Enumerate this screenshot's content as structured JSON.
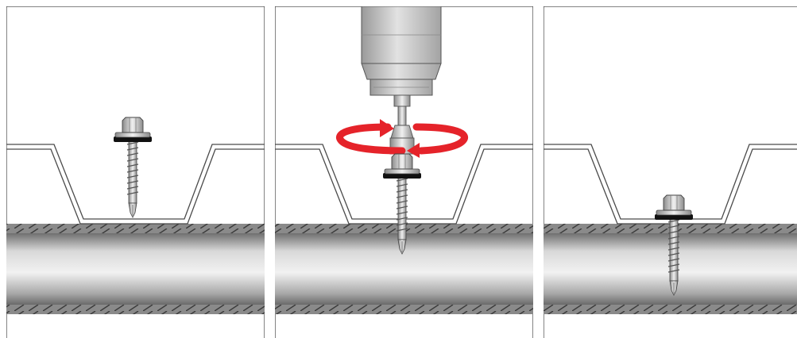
{
  "diagram": {
    "panels": [
      {
        "id": "panel-1",
        "stage": "screw-positioned"
      },
      {
        "id": "panel-2",
        "stage": "screw-being-driven"
      },
      {
        "id": "panel-3",
        "stage": "screw-fastened"
      }
    ],
    "icons": {
      "rotation": "rotation-arrow-icon",
      "drill": "drill-icon",
      "screw": "self-drilling-screw-icon"
    },
    "colors": {
      "rotation_arrow": "#e5232a",
      "pipe_light": "#dcdcdc",
      "pipe_dark": "#7a7a7a",
      "drill_body": "#cfcfcf",
      "sheet_stroke": "#4a4a4a",
      "washer": "#111111"
    }
  }
}
